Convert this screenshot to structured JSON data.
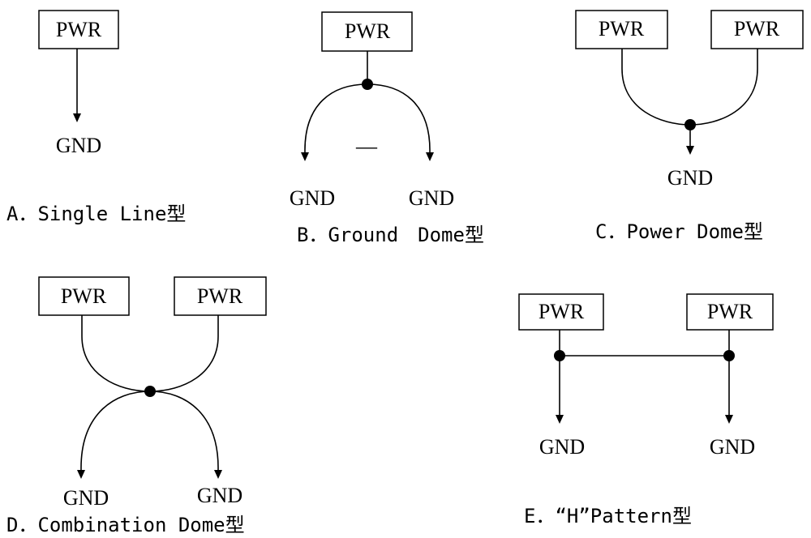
{
  "labels": {
    "pwr": "PWR",
    "gnd": "GND",
    "minus": "—"
  },
  "captions": {
    "a": "A．Single Line型",
    "b": "B．Ground　Dome型",
    "c": "C．Power Dome型",
    "d": "D．Combination Dome型",
    "e": "E．“H”Pattern型"
  }
}
